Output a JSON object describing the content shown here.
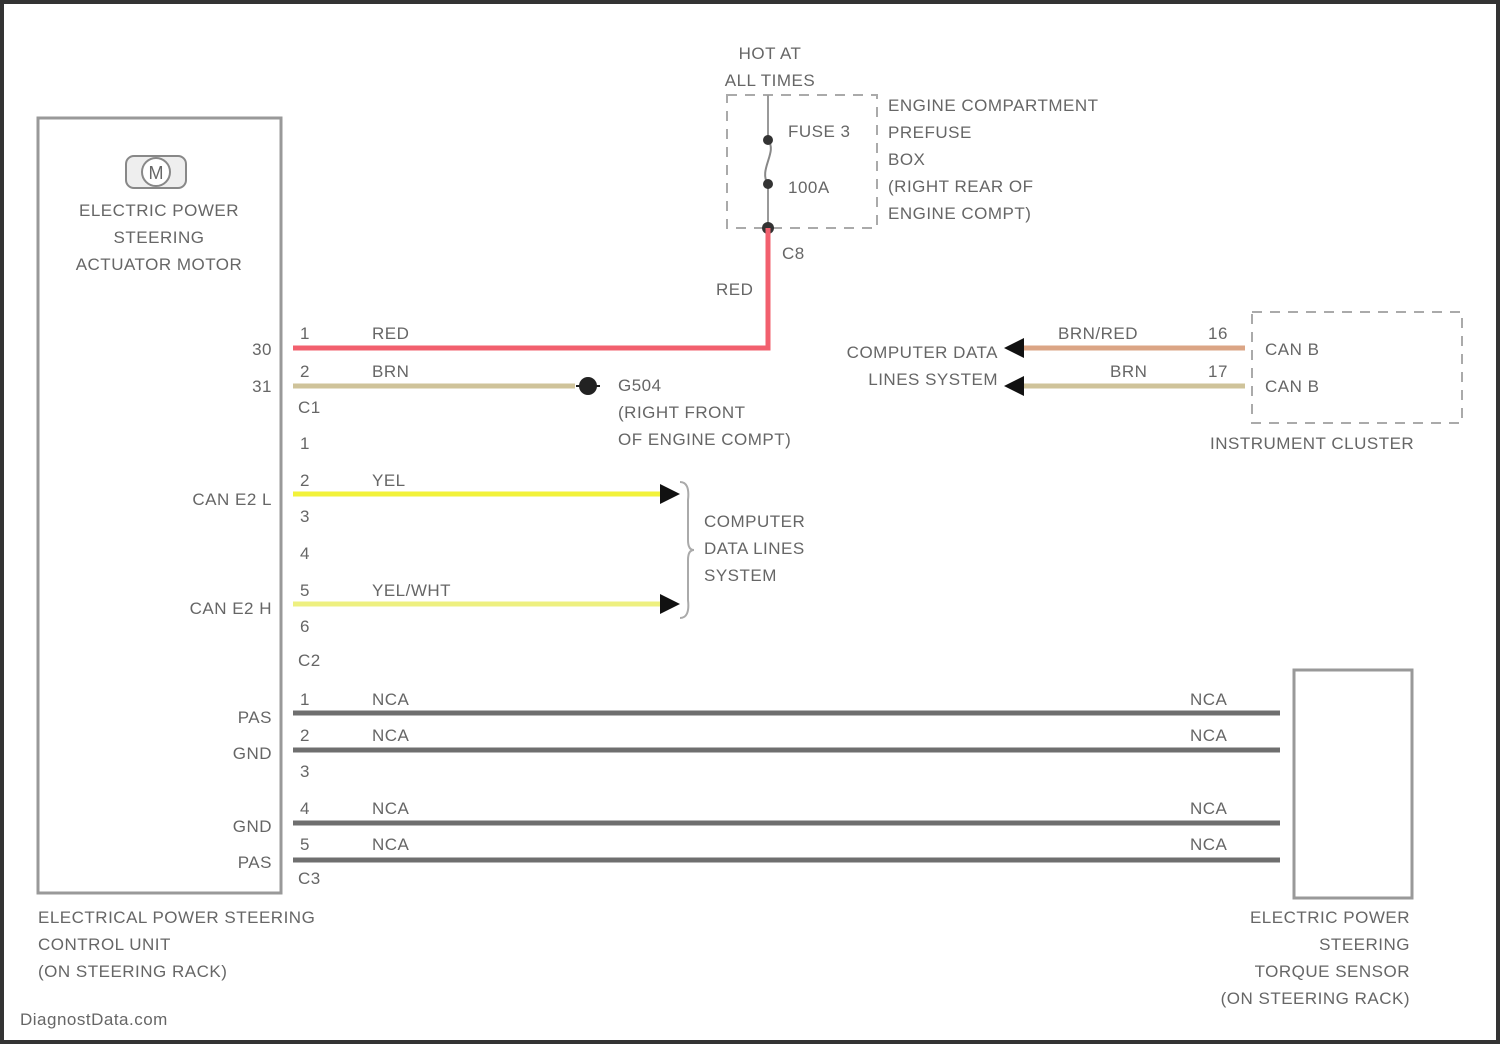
{
  "power_source": {
    "label": "HOT AT\nALL TIMES"
  },
  "fuse_box": {
    "fuse_name": "FUSE 3",
    "fuse_rating": "100A",
    "label": "ENGINE COMPARTMENT\nPREFUSE\nBOX\n(RIGHT REAR OF\nENGINE COMPT)",
    "connector": "C8"
  },
  "motor": {
    "icon": "motor-icon",
    "symbol": "M",
    "label": "ELECTRIC POWER\nSTEERING\nACTUATOR MOTOR"
  },
  "control_unit": {
    "label": "ELECTRICAL POWER STEERING\nCONTROL UNIT\n(ON STEERING RACK)",
    "c1": {
      "name": "C1",
      "pins": [
        "1",
        "2"
      ],
      "terminals": [
        "30",
        "31"
      ]
    },
    "c2": {
      "name": "C2",
      "pins": [
        "1",
        "2",
        "3",
        "4",
        "5",
        "6"
      ],
      "terminals": [
        "CAN E2 L",
        "CAN E2 H"
      ]
    },
    "c3": {
      "name": "C3",
      "pins": [
        "1",
        "2",
        "3",
        "4",
        "5"
      ],
      "terminals": [
        "PAS",
        "GND",
        "GND",
        "PAS"
      ]
    }
  },
  "wires": {
    "red_vertical": "RED",
    "red": "RED",
    "brn": "BRN",
    "yel": "YEL",
    "yelwht": "YEL/WHT",
    "brnred_cluster": "BRN/RED",
    "brn_cluster": "BRN",
    "nca": "NCA"
  },
  "colors": {
    "red": "#f2606e",
    "brn": "#cfc39a",
    "brnred": "#dba585",
    "yel": "#f2f23a",
    "yelwht": "#eef080",
    "nca": "#6f6f6f"
  },
  "ground": {
    "name": "G504",
    "location": "(RIGHT FRONT\nOF ENGINE COMPT)"
  },
  "data_lines_1": {
    "label": "COMPUTER DATA\nLINES SYSTEM"
  },
  "data_lines_2": {
    "label": "COMPUTER\nDATA LINES\nSYSTEM"
  },
  "instrument_cluster": {
    "label": "INSTRUMENT CLUSTER",
    "pins": [
      "16",
      "17"
    ],
    "terminals": [
      "CAN B",
      "CAN B"
    ]
  },
  "torque_sensor": {
    "label": "ELECTRIC POWER\nSTEERING\nTORQUE SENSOR\n(ON STEERING RACK)"
  },
  "watermark": "DiagnostData.com"
}
